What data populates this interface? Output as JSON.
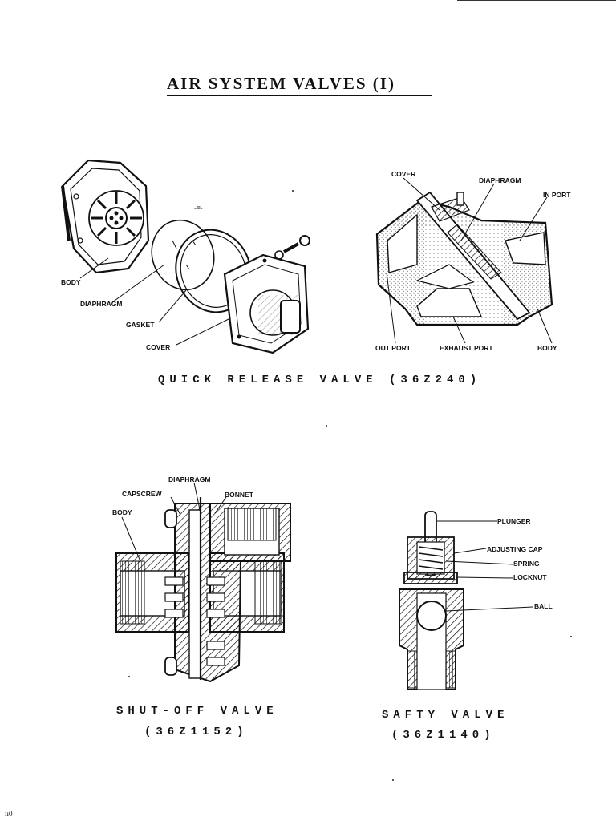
{
  "title": "AIR SYSTEM VALVES (I)",
  "page_mark": "ıı0",
  "quick_release": {
    "caption": "QUICK RELEASE VALVE (36Z240)",
    "labels": {
      "body": "BODY",
      "diaphragm": "DIAPHRAGM",
      "gasket": "GASKET",
      "cover": "COVER",
      "cover2": "COVER",
      "diaphragm2": "DIAPHRAGM",
      "in_port": "IN PORT",
      "out_port": "OUT PORT",
      "exhaust_port": "EXHAUST PORT",
      "body2": "BODY"
    }
  },
  "shut_off": {
    "caption_line1": "SHUT-OFF VALVE",
    "caption_line2": "(36Z1152)",
    "labels": {
      "diaphragm": "DIAPHRAGM",
      "capscrew": "CAPSCREW",
      "bonnet": "BONNET",
      "body": "BODY"
    }
  },
  "safety": {
    "caption_line1": "SAFTY VALVE",
    "caption_line2": "(36Z1140)",
    "labels": {
      "plunger": "PLUNGER",
      "adjusting_cap": "ADJUSTING CAP",
      "spring": "SPRING",
      "locknut": "LOCKNUT",
      "ball": "BALL"
    }
  }
}
